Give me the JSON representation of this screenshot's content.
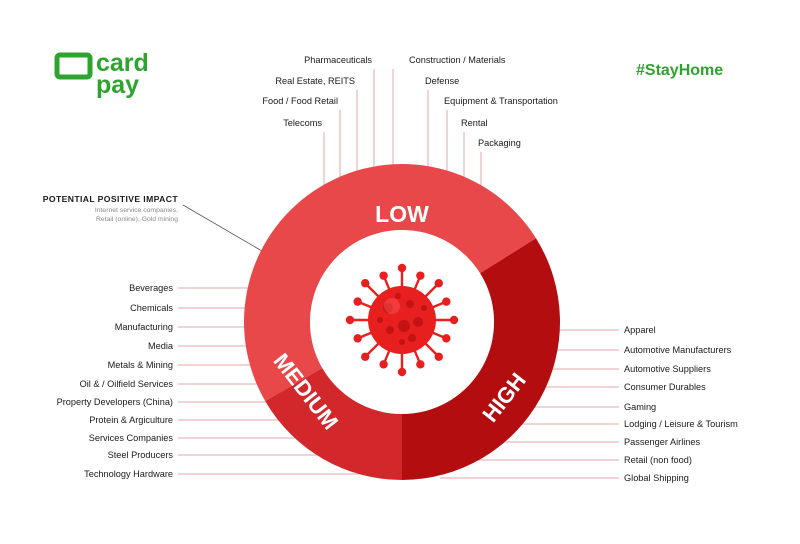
{
  "brand": {
    "line1": "card",
    "line2": "pay",
    "color": "#2fa32f"
  },
  "hashtag": "#StayHome",
  "positive": {
    "title": "POTENTIAL POSITIVE IMPACT",
    "lines": [
      "Internet service companies,",
      "Retail (online), Gold mining"
    ]
  },
  "bands": {
    "low": "LOW",
    "medium": "MEDIUM",
    "high": "HIGH"
  },
  "colors": {
    "low": "#e8484a",
    "medium": "#d3282b",
    "high": "#b30d10",
    "virus": "#e81f1f",
    "leader": "#e3a7a7"
  },
  "low_items": [
    "Telecoms",
    "Food / Food Retail",
    "Real Estate, REITS",
    "Pharmaceuticals",
    "Construction / Materials",
    "Defense",
    "Equipment & Transportation",
    "Rental",
    "Packaging"
  ],
  "medium_items": [
    "Beverages",
    "Chemicals",
    "Manufacturing",
    "Media",
    "Metals & Mining",
    "Oil & / Oilfield Services",
    "Property Developers (China)",
    "Protein & Argiculture",
    "Services Companies",
    "Steel Producers",
    "Technology Hardware"
  ],
  "high_items": [
    "Apparel",
    "Automotive Manufacturers",
    "Automotive Suppliers",
    "Consumer Durables",
    "Gaming",
    "Lodging / Leisure & Tourism",
    "Passenger Airlines",
    "Retail (non food)",
    "Global Shipping"
  ]
}
